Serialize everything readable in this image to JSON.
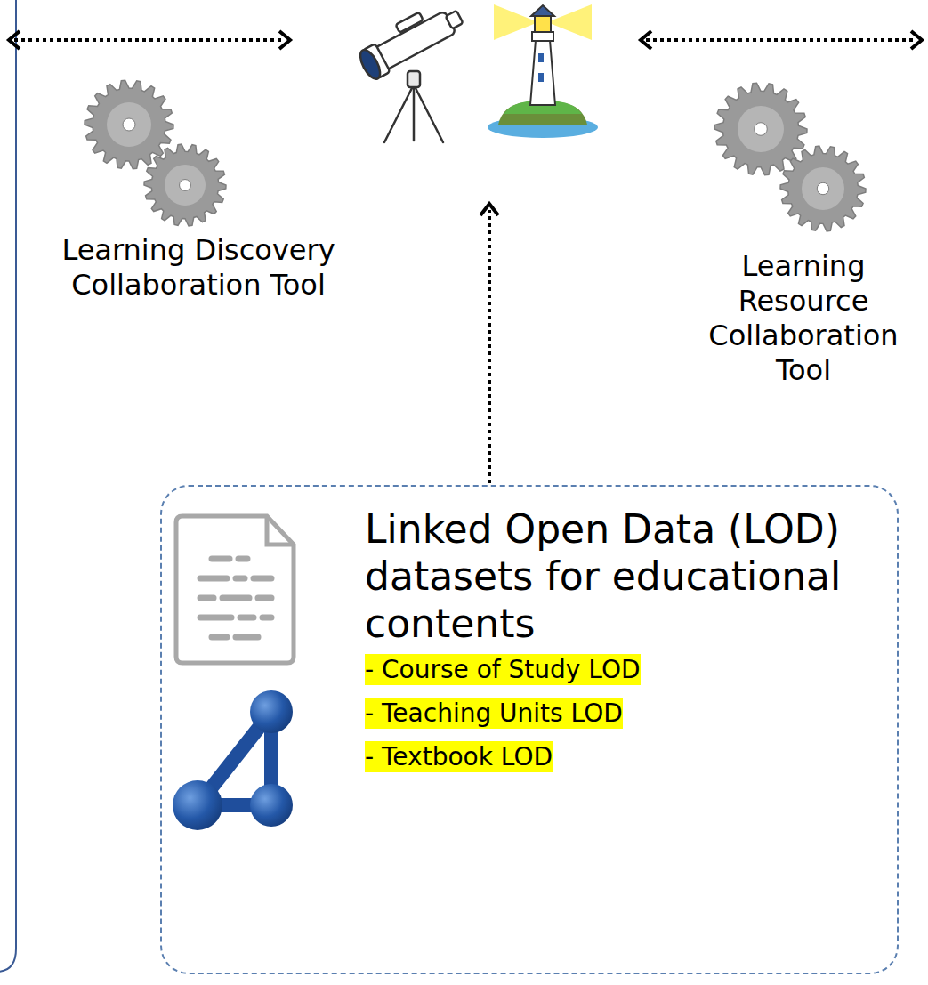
{
  "diagram": {
    "nodes": [
      {
        "text": [
          "Linked Open Data (LOD) datasets for educational contents",
          "- Course of Study LOD",
          "- Teaching Units LOD",
          "- Textbook LOD"
        ]
      }
    ],
    "labels": [
      "Learning Discovery Collaboration Tool",
      "Learning Resource Collaboration Tool"
    ]
  }
}
